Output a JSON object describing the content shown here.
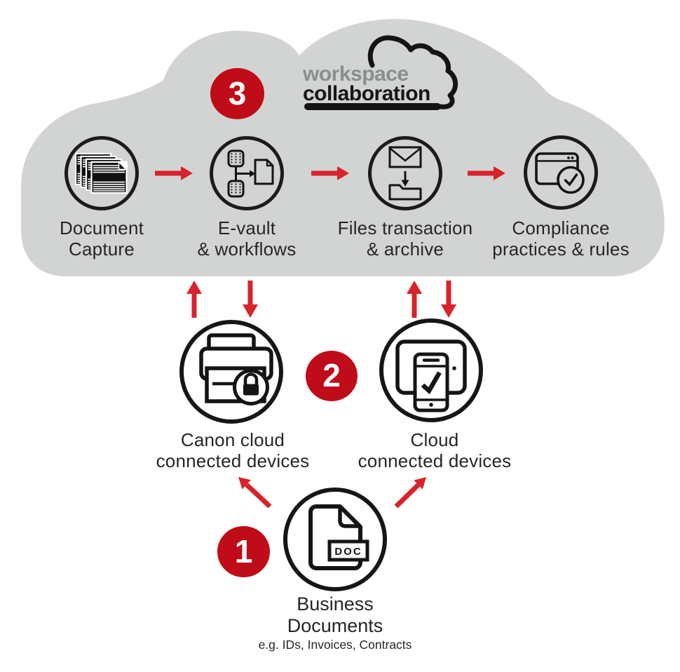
{
  "colors": {
    "cloud_gray": "#d2d4d3",
    "badge_red": "#c00c18",
    "arrow_red": "#d8232a",
    "logo_gray": "#8b8e8e",
    "text": "#262626"
  },
  "cloud": {
    "badge": "3",
    "logo": {
      "line1": "workspace",
      "line2": "collaboration",
      "icon": "cloud-outline-icon"
    },
    "steps": [
      {
        "icon": "document-stack-icon",
        "label_line1": "Document",
        "label_line2": "Capture"
      },
      {
        "icon": "vault-workflow-icon",
        "label_line1": "E-vault",
        "label_line2": "& workflows"
      },
      {
        "icon": "mail-to-folder-icon",
        "label_line1": "Files transaction",
        "label_line2": "& archive"
      },
      {
        "icon": "browser-check-icon",
        "label_line1": "Compliance",
        "label_line2": "practices & rules"
      }
    ]
  },
  "devices": {
    "badge": "2",
    "left": {
      "icon": "secure-printer-icon",
      "label_line1": "Canon cloud",
      "label_line2": "connected devices"
    },
    "right": {
      "icon": "tablet-phone-check-icon",
      "label_line1": "Cloud",
      "label_line2": "connected devices"
    }
  },
  "source": {
    "badge": "1",
    "icon": "doc-file-icon",
    "doc_label": "DOC",
    "label_line1": "Business",
    "label_line2": "Documents",
    "sublabel": "e.g. IDs, Invoices, Contracts"
  }
}
